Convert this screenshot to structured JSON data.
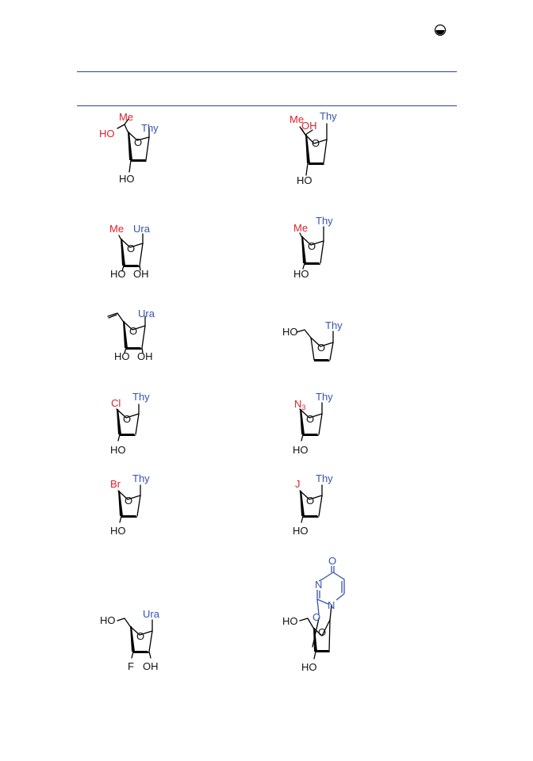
{
  "colors": {
    "modification": "#e0202a",
    "base": "#3553b0",
    "rule": "#2f3fa8",
    "structure": "#000000"
  },
  "page_icon": "circle-half-icon",
  "molecules": [
    {
      "id": "m1",
      "mod_top": "Me",
      "mod_side": "HO",
      "base": "Thy",
      "bottom": "HO"
    },
    {
      "id": "m2",
      "mod_top": "Me",
      "mod_side": "OH",
      "base": "Thy",
      "bottom": "HO"
    },
    {
      "id": "m3",
      "mod": "Me",
      "base": "Ura",
      "bottom_left": "HO",
      "bottom_right": "OH"
    },
    {
      "id": "m4",
      "mod": "Me",
      "base": "Thy",
      "bottom": "HO"
    },
    {
      "id": "m5",
      "base": "Ura",
      "bottom_left": "HO",
      "bottom_right": "OH"
    },
    {
      "id": "m6",
      "side": "HO",
      "base": "Thy"
    },
    {
      "id": "m7",
      "mod": "Cl",
      "base": "Thy",
      "bottom": "HO"
    },
    {
      "id": "m8",
      "mod": "N",
      "mod_sub": "3",
      "base": "Thy",
      "bottom": "HO"
    },
    {
      "id": "m9",
      "mod": "Br",
      "base": "Thy",
      "bottom": "HO"
    },
    {
      "id": "m10",
      "mod": "J",
      "base": "Thy",
      "bottom": "HO"
    },
    {
      "id": "m11",
      "side": "HO",
      "base": "Ura",
      "bottom_left": "F",
      "bottom_right": "OH"
    },
    {
      "id": "m12",
      "side": "HO",
      "bottom": "HO",
      "ring_o": "O",
      "base_o": "O",
      "base_n1": "N",
      "base_n2": "N",
      "base_o2": "O"
    }
  ]
}
